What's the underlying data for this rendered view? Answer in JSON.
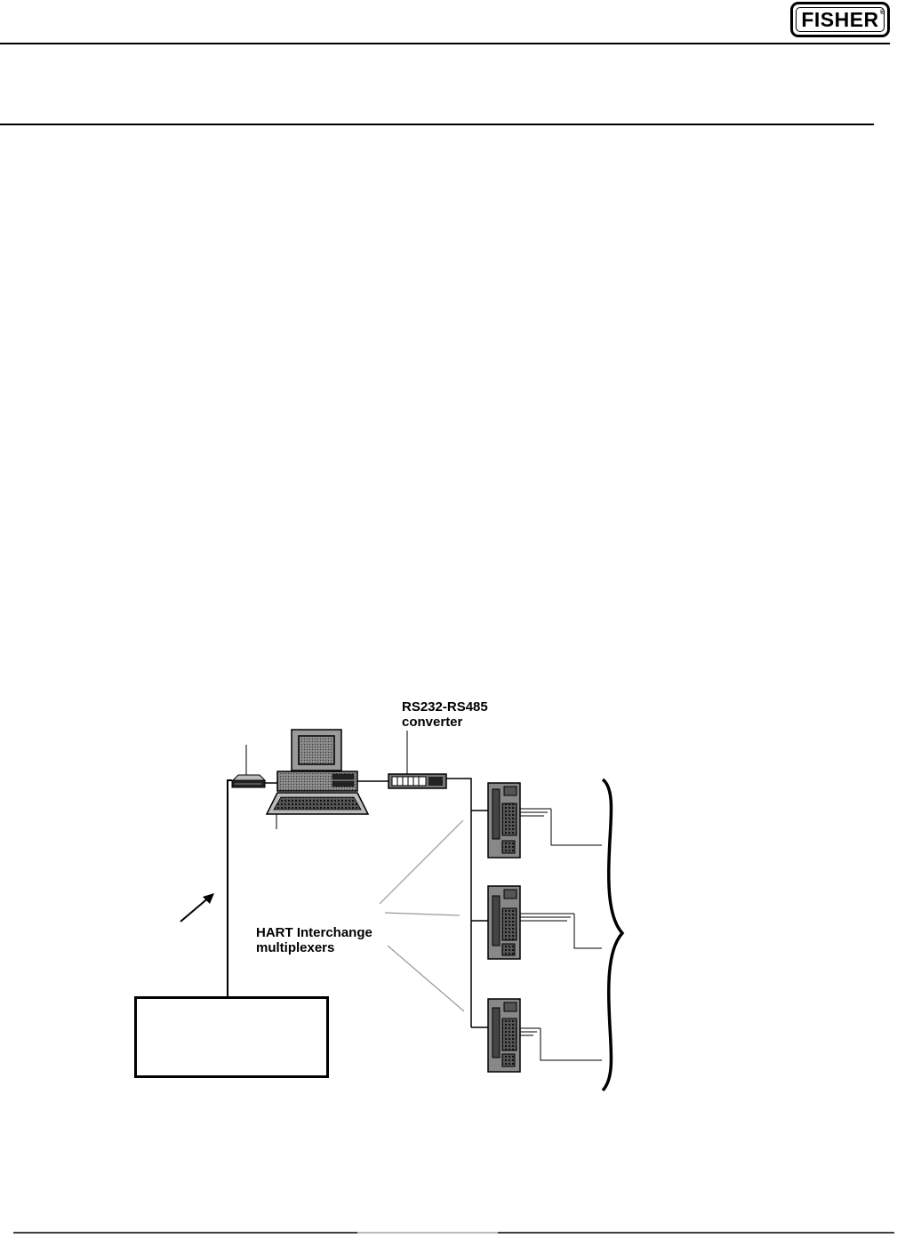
{
  "header": {
    "logo_text": "FISHER",
    "logo_mark": "®"
  },
  "figure": {
    "converter_label_line1": "RS232-RS485",
    "converter_label_line2": "converter",
    "multiplexer_label_line1": "HART Interchange",
    "multiplexer_label_line2": "multiplexers",
    "icons": [
      "modem-icon",
      "computer-icon",
      "converter-icon",
      "multiplexer-icon",
      "arrow-icon",
      "brace-icon"
    ]
  }
}
